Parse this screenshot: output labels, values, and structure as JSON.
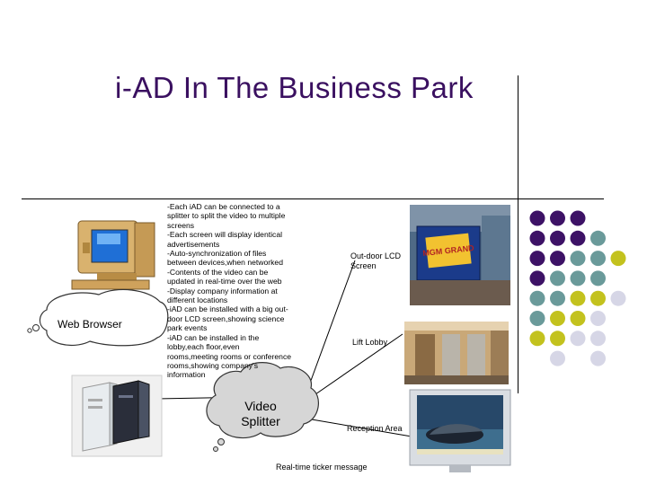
{
  "slide": {
    "title": "i-AD In The Business Park",
    "body_lines": [
      "-Each iAD can be connected to a",
      "splitter to split the video to multiple",
      "screens",
      "-Each screen will display identical",
      "advertisements",
      "-Auto-synchronization of files",
      "between devices,when networked",
      "-Contents of the video can be",
      "updated in real-time over the web",
      "-Display company information at",
      "different locations",
      "-iAD can be installed with a big out-",
      "door LCD screen,showing science",
      "park events",
      "-iAD can be installed in the",
      "lobby,each floor,even",
      "rooms,meeting rooms or conference",
      "rooms,showing company's",
      "information"
    ],
    "web_browser_label": "Web Browser",
    "video_splitter_label": "Video\nSplitter",
    "outdoor_label": "Out-door LCD\nScreen",
    "lift_lobby_label": "Lift Lobby",
    "reception_label": "Reception Area",
    "ticker_label": "Real-time ticker message",
    "billboard_text": "MGM GRAND",
    "dot_colors": {
      "purple": "#3d1266",
      "teal": "#6a9a9a",
      "olive": "#c3c21e",
      "lavender": "#d6d6e6"
    }
  }
}
